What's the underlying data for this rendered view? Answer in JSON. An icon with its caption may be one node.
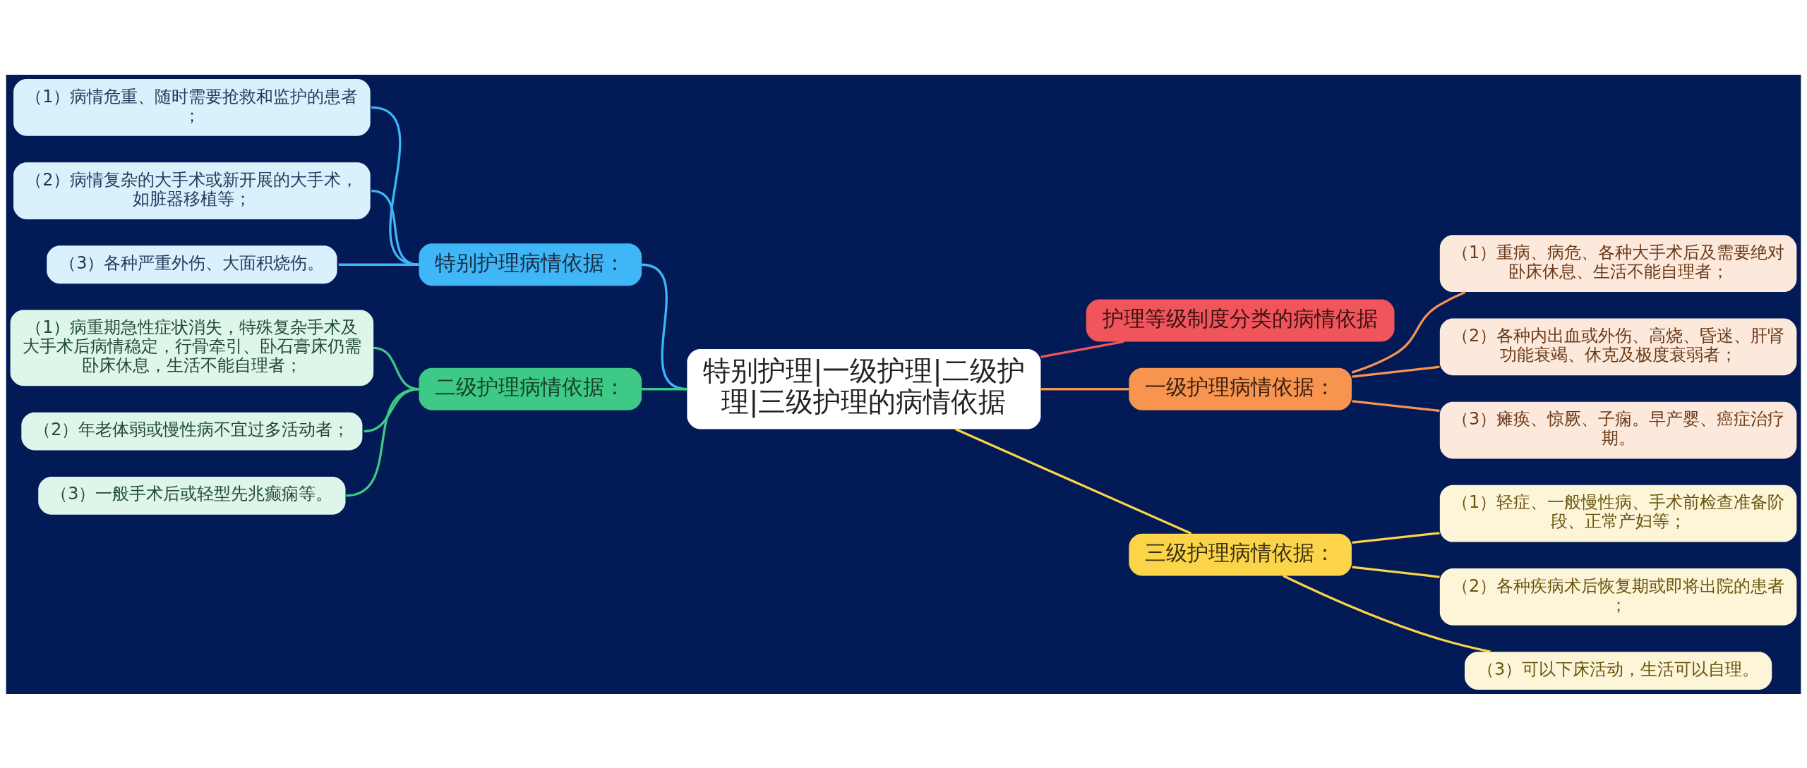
{
  "diagram": {
    "nodes": [
      {
        "text": [
          "特别护理|一级护理|二级护理|三级护理的病情依据"
        ]
      },
      {
        "text": [
          "特别护理病情依据："
        ]
      },
      {
        "text": [
          "（1）病情危重、随时需要抢救和监护的患者；"
        ]
      },
      {
        "text": [
          "（2）病情复杂的大手术或新开展的大手术，如脏器移植等；"
        ]
      },
      {
        "text": [
          "（3）各种严重外伤、大面积烧伤。"
        ]
      },
      {
        "text": [
          "二级护理病情依据："
        ]
      },
      {
        "text": [
          "（1）病重期急性症状消失，特殊复杂手术及大手术后病情稳定，行骨牵引、卧石膏床仍需卧床休息，生活不能自理者；"
        ]
      },
      {
        "text": [
          "（2）年老体弱或慢性病不宜过多活动者；"
        ]
      },
      {
        "text": [
          "（3）一般手术后或轻型先兆癫痫等。"
        ]
      },
      {
        "text": [
          "护理等级制度分类的病情依据"
        ]
      },
      {
        "text": [
          "一级护理病情依据："
        ]
      },
      {
        "text": [
          "（1）重病、病危、各种大手术后及需要绝对卧床休息、生活不能自理者；"
        ]
      },
      {
        "text": [
          "（2）各种内出血或外伤、高烧、昏迷、肝肾功能衰竭、休克及极度衰弱者；"
        ]
      },
      {
        "text": [
          "（3）瘫痪、惊厥、子痫。早产婴、癌症治疗期。"
        ]
      },
      {
        "text": [
          "三级护理病情依据："
        ]
      },
      {
        "text": [
          "（1）轻症、一般慢性病、手术前检查准备阶段、正常产妇等；"
        ]
      },
      {
        "text": [
          "（2）各种疾病术后恢复期或即将出院的患者；"
        ]
      },
      {
        "text": [
          "（3）可以下床活动，生活可以自理。"
        ]
      }
    ],
    "edges": [
      {
        "from": 0,
        "to": 1,
        "arrow": "none",
        "color": "#3fb6f5"
      },
      {
        "from": 1,
        "to": 2,
        "arrow": "none",
        "color": "#3fb6f5"
      },
      {
        "from": 1,
        "to": 3,
        "arrow": "none",
        "color": "#3fb6f5"
      },
      {
        "from": 1,
        "to": 4,
        "arrow": "none",
        "color": "#3fb6f5"
      },
      {
        "from": 0,
        "to": 5,
        "arrow": "none",
        "color": "#3ec987"
      },
      {
        "from": 5,
        "to": 6,
        "arrow": "none",
        "color": "#3ec987"
      },
      {
        "from": 5,
        "to": 7,
        "arrow": "none",
        "color": "#3ec987"
      },
      {
        "from": 5,
        "to": 8,
        "arrow": "none",
        "color": "#3ec987"
      },
      {
        "from": 0,
        "to": 9,
        "arrow": "none",
        "color": "#f0555c"
      },
      {
        "from": 0,
        "to": 10,
        "arrow": "none",
        "color": "#f79450"
      },
      {
        "from": 10,
        "to": 11,
        "arrow": "none",
        "color": "#f79450"
      },
      {
        "from": 10,
        "to": 12,
        "arrow": "none",
        "color": "#f79450"
      },
      {
        "from": 10,
        "to": 13,
        "arrow": "none",
        "color": "#f79450"
      },
      {
        "from": 0,
        "to": 14,
        "arrow": "none",
        "color": "#fbd449"
      },
      {
        "from": 14,
        "to": 15,
        "arrow": "none",
        "color": "#fbd449"
      },
      {
        "from": 14,
        "to": 16,
        "arrow": "none",
        "color": "#fbd449"
      },
      {
        "from": 14,
        "to": 17,
        "arrow": "none",
        "color": "#fbd449"
      }
    ]
  }
}
